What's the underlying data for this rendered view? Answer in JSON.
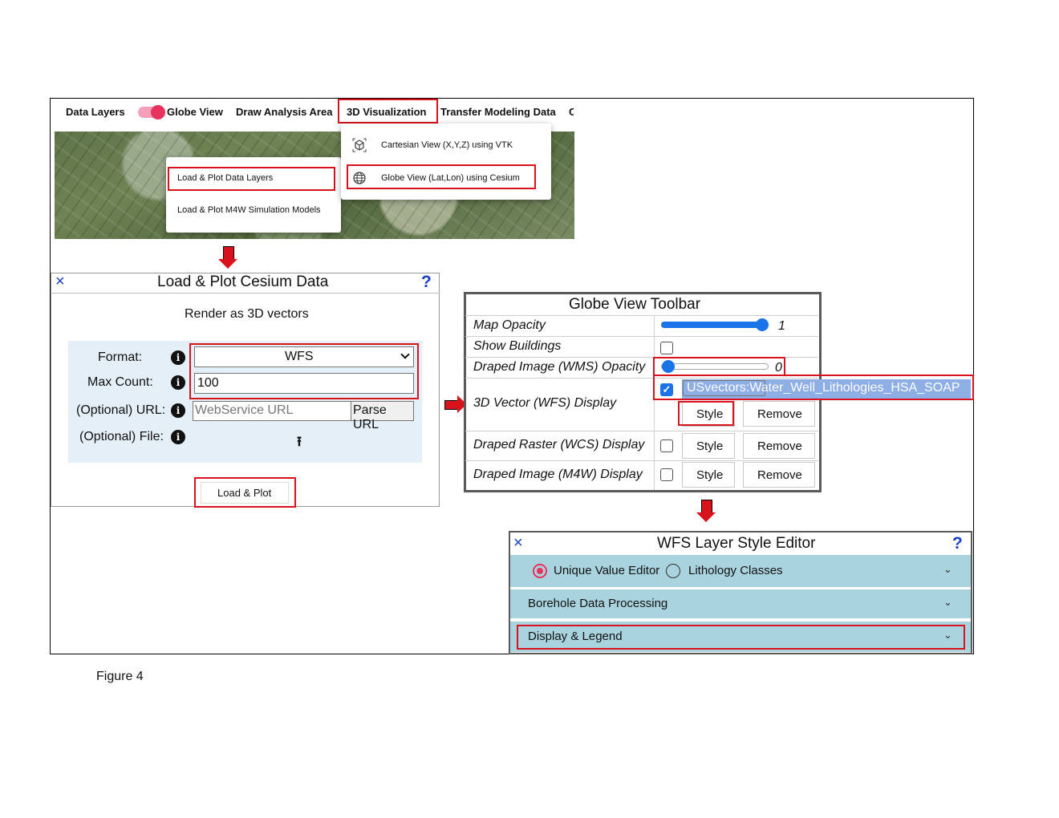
{
  "navbar": {
    "items": [
      "Data Layers",
      "Globe View",
      "Draw Analysis Area",
      "3D Visualization",
      "Transfer Modeling Data",
      "C"
    ],
    "toggle_color": "#e8335f"
  },
  "data_layers_menu": {
    "items": [
      "Load & Plot Data Layers",
      "Load & Plot M4W Simulation Models"
    ]
  },
  "viz_menu": {
    "items": [
      "Cartesian View (X,Y,Z) using VTK",
      "Globe View (Lat,Lon) using Cesium"
    ],
    "icons": [
      "cube-icon",
      "globe-icon"
    ]
  },
  "load_panel": {
    "close": "×",
    "title": "Load & Plot Cesium Data",
    "help": "?",
    "subtitle": "Render as 3D vectors",
    "format_label": "Format:",
    "format_value": "WFS",
    "max_count_label": "Max Count:",
    "max_count_value": "100",
    "url_label": "(Optional) URL:",
    "url_placeholder": "WebService URL",
    "parse_button": "Parse URL",
    "file_label": "(Optional) File:",
    "upload_icon": "⭱",
    "load_button": "Load & Plot",
    "info_glyph": "i"
  },
  "globe_toolbar": {
    "title": "Globe View Toolbar",
    "map_opacity_label": "Map Opacity",
    "map_opacity_value": "1",
    "map_opacity_level": 1,
    "show_buildings_label": "Show Buildings",
    "draped_wms_label": "Draped Image (WMS) Opacity",
    "draped_wms_value": "0",
    "draped_wms_level": 0,
    "vector_label": "3D Vector (WFS) Display",
    "layer_name": "USvectors:Water_Well_Lithologies_HSA_SOAP",
    "raster_label": "Draped Raster (WCS) Display",
    "m4w_label": "Draped Image (M4W) Display",
    "style_button": "Style",
    "remove_button": "Remove",
    "check_mark": "✓"
  },
  "style_editor": {
    "close": "×",
    "title": "WFS Layer Style Editor",
    "help": "?",
    "radio_1": "Unique Value Editor",
    "radio_2": "Lithology Classes",
    "section_2": "Borehole Data Processing",
    "section_3": "Display & Legend",
    "chevron": "⌄"
  },
  "caption": "Figure 4",
  "colors": {
    "highlight": "#d9121b",
    "link_blue": "#1a3fc4",
    "accordion": "#a9d3de"
  }
}
